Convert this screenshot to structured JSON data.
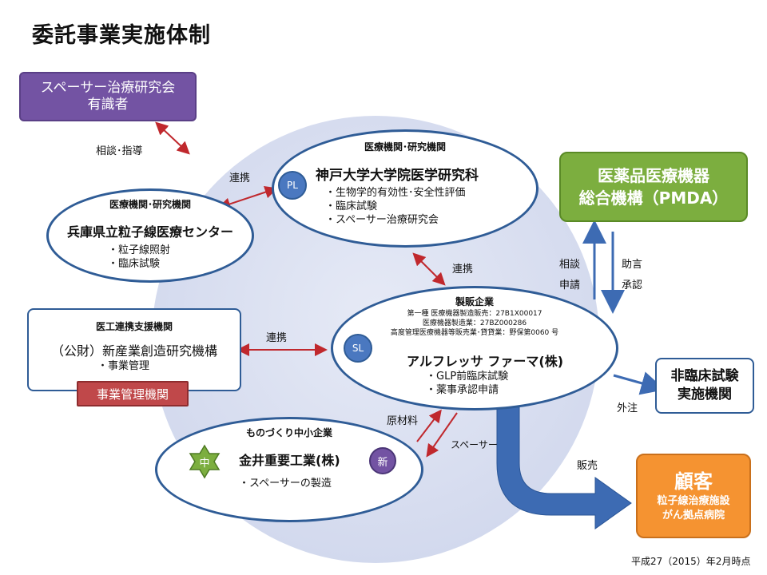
{
  "title": "委託事業実施体制",
  "advisors": {
    "line1": "スペーサー治療研究会",
    "line2": "有識者"
  },
  "kobe": {
    "header": "医療機関･研究機関",
    "name": "神戸大学大学院医学研究科",
    "badge": "PL",
    "items": [
      "・生物学的有効性･安全性評価",
      "・臨床試験",
      "・スペーサー治療研究会"
    ]
  },
  "hyogo": {
    "header": "医療機関･研究機関",
    "name": "兵庫県立粒子線医療センター",
    "items": [
      "・粒子線照射",
      "・臨床試験"
    ]
  },
  "iko": {
    "header": "医工連携支援機関",
    "name": "（公財）新産業創造研究機構",
    "item": "・事業管理",
    "mgmt": "事業管理機関"
  },
  "alfresa": {
    "header": "製販企業",
    "reg1": "第一種 医療機器製造販売：27B1X00017",
    "reg2": "医療機器製造業：27BZ000286",
    "reg3": "高度管理医療機器等販売業･貸貸業：野保第0060 号",
    "badge": "SL",
    "name": "アルフレッサ ファーマ(株)",
    "items": [
      "・GLP前臨床試験",
      "・薬事承認申請"
    ]
  },
  "kanai": {
    "header": "ものづくり中小企業",
    "name": "金井重要工業(株)",
    "item": "・スペーサーの製造",
    "star": "中",
    "badge": "新"
  },
  "pmda": {
    "line1": "医薬品医療機器",
    "line2": "総合機構（PMDA）"
  },
  "nonclinical": {
    "line1": "非臨床試験",
    "line2": "実施機関"
  },
  "customer": {
    "title": "顧客",
    "line1": "粒子線治療施設",
    "line2": "がん拠点病院"
  },
  "labels": {
    "consult_guide": "相談･指導",
    "renkei1": "連携",
    "renkei2": "連携",
    "renkei3": "連携",
    "soudan": "相談",
    "shinsei": "申請",
    "jogen": "助言",
    "shounin": "承認",
    "gaichu": "外注",
    "hanbai": "販売",
    "genzairyou": "原材料",
    "spacer": "スペーサー"
  },
  "footer": "平成27（2015）年2月時点",
  "colors": {
    "purple": "#7353a3",
    "navy_border": "#2f5c96",
    "badge_blue": "#4a78c0",
    "green": "#7cae3f",
    "orange": "#f59331",
    "red_arrow": "#c0282d",
    "blue_arrow": "#3d6bb3",
    "mgmt_red": "#c0484a"
  }
}
